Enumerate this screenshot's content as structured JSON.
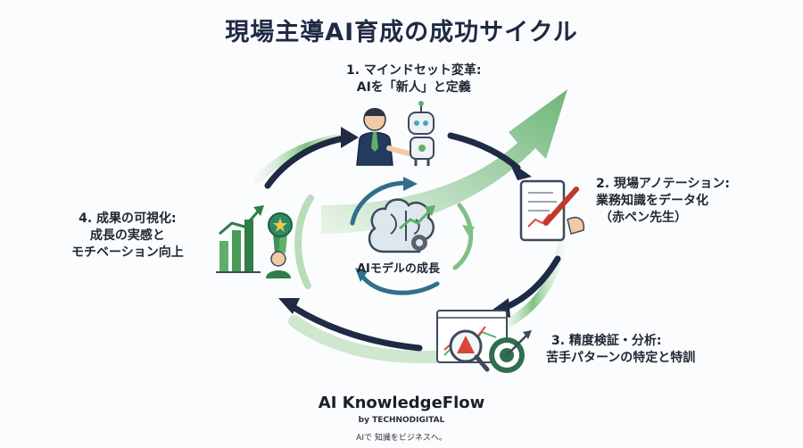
{
  "title": "現場主導AI育成の成功サイクル",
  "steps": [
    {
      "line1": "1. マインドセット変革:",
      "line2": "AIを「新人」と定義"
    },
    {
      "line1": "2. 現場アノテーション:",
      "line2": "業務知識をデータ化",
      "line3": "（赤ペン先生）"
    },
    {
      "line1": "3. 精度検証・分析:",
      "line2": "苦手パターンの特定と特訓"
    },
    {
      "line1": "4. 成果の可視化:",
      "line2": "成長の実感と",
      "line3": "モチベーション向上"
    }
  ],
  "center": {
    "label": "AIモデルの成長"
  },
  "brand": {
    "name": "AI KnowledgeFlow",
    "by": "by TECHNODIGITAL",
    "tagline": "AIで 知識をビジネスへ。"
  },
  "colors": {
    "navy": "#1f2a44",
    "green": "#5fae6a",
    "light_green": "#a9d8a8"
  },
  "icons": [
    "handshake-icon",
    "robot-icon",
    "tablet-pen-icon",
    "magnifier-warning-icon",
    "target-icon",
    "growth-chart-icon",
    "medal-icon",
    "brain-gear-icon"
  ]
}
